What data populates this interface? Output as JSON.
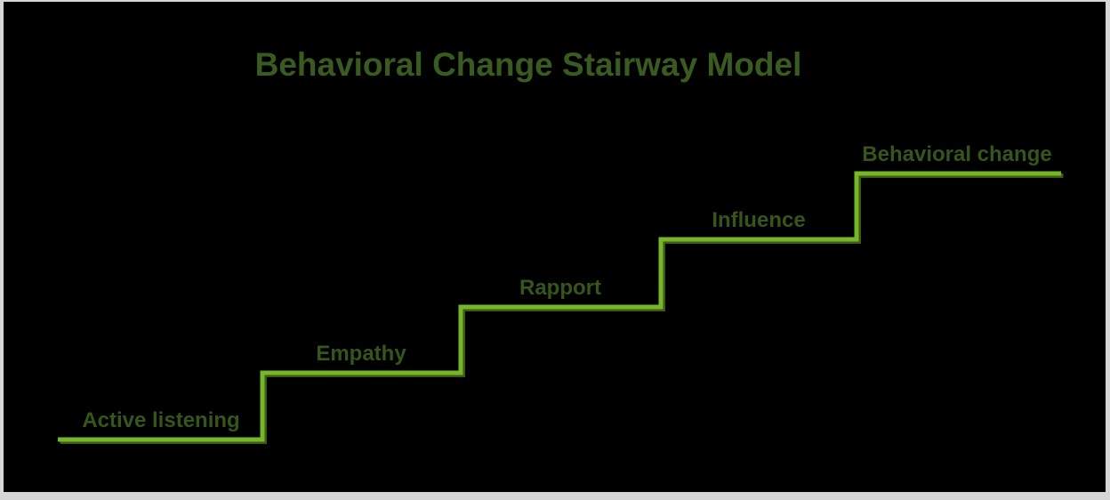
{
  "slide": {
    "title": "Behavioral Change Stairway Model"
  },
  "steps": [
    {
      "label": "Active listening"
    },
    {
      "label": "Empathy"
    },
    {
      "label": "Rapport"
    },
    {
      "label": "Influence"
    },
    {
      "label": "Behavioral change"
    }
  ],
  "colors": {
    "background": "#000000",
    "frame": "#D6D6D6",
    "stair_line": "#75B62B",
    "stair_shadow": "#3E5B11",
    "title_text": "#3A5B20",
    "label_text": "#36551C"
  }
}
